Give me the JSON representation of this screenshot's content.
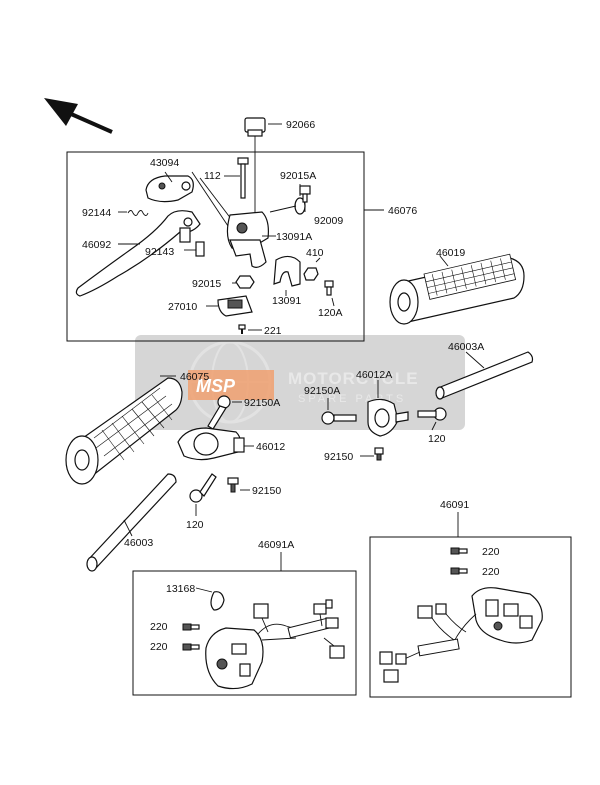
{
  "watermark": {
    "logo_text": "MSP",
    "line1": "MOTORCYCLE",
    "line2": "SPARE PARTS"
  },
  "labels": {
    "p92066": "92066",
    "p43094": "43094",
    "p112": "112",
    "p92015A": "92015A",
    "p92144": "92144",
    "p92009": "92009",
    "p46076": "46076",
    "p46092": "46092",
    "p92143": "92143",
    "p13091A": "13091A",
    "p410": "410",
    "p92015": "92015",
    "p13091": "13091",
    "p120A": "120A",
    "p27010": "27010",
    "p221": "221",
    "p46019": "46019",
    "p46003A": "46003A",
    "p46075": "46075",
    "p46012A": "46012A",
    "p92150A_top": "92150A",
    "p92150A_left": "92150A",
    "p120_right": "120",
    "p46012": "46012",
    "p92150_right": "92150",
    "p92150_left": "92150",
    "p120_left": "120",
    "p46003": "46003",
    "p46091": "46091",
    "p46091A": "46091A",
    "p220_r1": "220",
    "p220_r2": "220",
    "p13168": "13168",
    "p220_l1": "220",
    "p220_l2": "220"
  }
}
